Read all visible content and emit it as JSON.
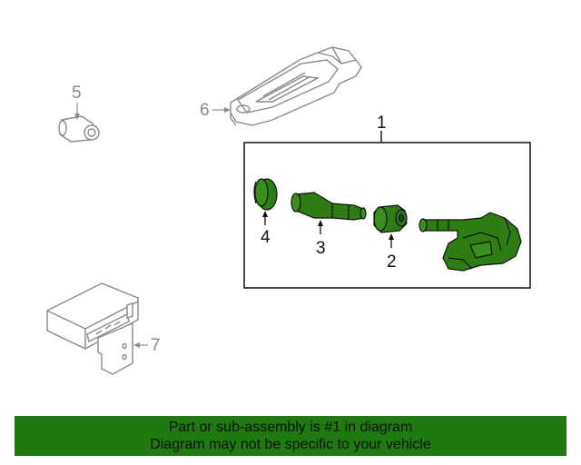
{
  "callouts": {
    "c1": "1",
    "c2": "2",
    "c3": "3",
    "c4": "4",
    "c5": "5",
    "c6": "6",
    "c7": "7"
  },
  "banner": {
    "line1": "Part or sub-assembly is #1 in diagram",
    "line2": "Diagram may not be specific to your vehicle"
  },
  "colors": {
    "highlight_green": "#2e7d12",
    "banner_green": "#1e7a0f",
    "line_grey": "#8a8a8a",
    "line_black": "#111111"
  }
}
